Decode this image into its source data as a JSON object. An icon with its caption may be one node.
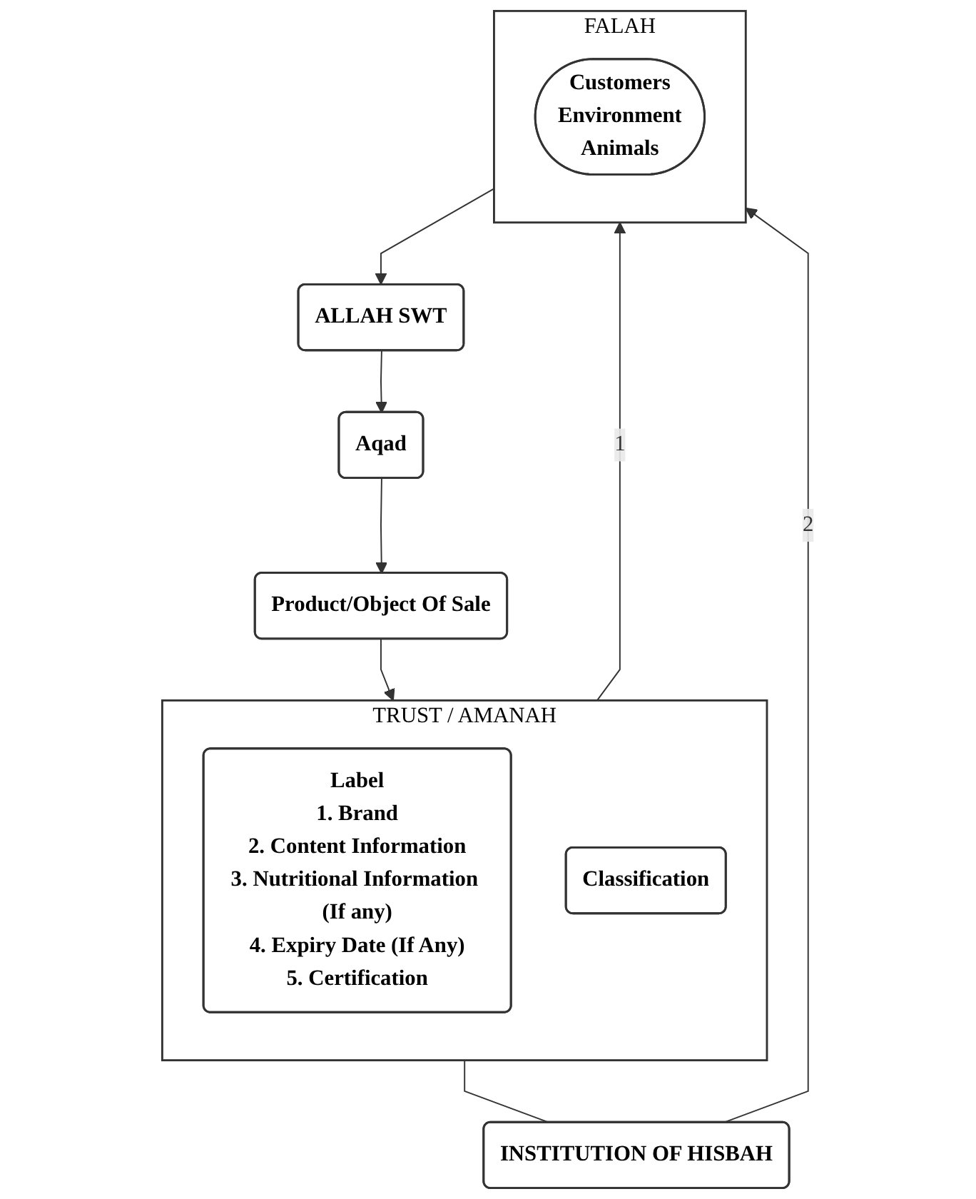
{
  "diagram": {
    "nodes": [
      {
        "text": [
          "ALLAH SWT"
        ]
      },
      {
        "text": [
          "Aqad"
        ]
      },
      {
        "text": [
          "Product/Object Of Sale"
        ]
      },
      {
        "text": [
          "TRUST / AMANAH"
        ]
      },
      {
        "text": [
          "Label",
          "1. Brand",
          "2. Content Information",
          "3. Nutritional Information (If any)",
          "4. Expiry Date (If Any)",
          "5. Certification"
        ],
        "in": 3
      },
      {
        "text": [
          "Classification"
        ],
        "in": 3
      },
      {
        "text": [
          "INSTITUTION OF HISBAH"
        ]
      },
      {
        "text": [
          "FALAH"
        ]
      },
      {
        "text": [
          "Customers",
          "Environment",
          "Animals"
        ],
        "in": 7
      }
    ],
    "edges": [
      {
        "from": 0,
        "to": 1,
        "arrow": "to"
      },
      {
        "from": 1,
        "to": 2,
        "arrow": "to"
      },
      {
        "from": 2,
        "to": 3,
        "arrow": "to"
      },
      {
        "from": 3,
        "to": 6,
        "arrow": "none"
      },
      {
        "from": 3,
        "to": 7,
        "arrow": "to",
        "label": "1"
      },
      {
        "from": 6,
        "to": 7,
        "arrow": "to",
        "label": "2"
      },
      {
        "from": 7,
        "to": 0,
        "arrow": "to"
      }
    ]
  }
}
